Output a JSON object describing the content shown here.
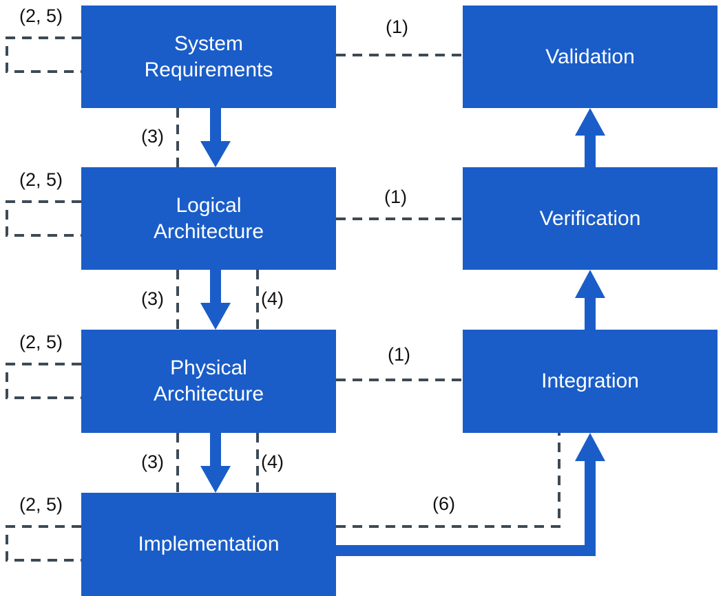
{
  "colors": {
    "box_fill": "#1a5dc8",
    "box_text": "#ffffff",
    "dashed_line": "#3d4a55",
    "arrow": "#1a5dc8",
    "label_text": "#111111"
  },
  "left_column": [
    {
      "id": "system-requirements",
      "lines": [
        "System",
        "Requirements"
      ]
    },
    {
      "id": "logical-architecture",
      "lines": [
        "Logical",
        "Architecture"
      ]
    },
    {
      "id": "physical-architecture",
      "lines": [
        "Physical",
        "Architecture"
      ]
    },
    {
      "id": "implementation",
      "lines": [
        "Implementation"
      ]
    }
  ],
  "right_column": [
    {
      "id": "validation",
      "lines": [
        "Validation"
      ]
    },
    {
      "id": "verification",
      "lines": [
        "Verification"
      ]
    },
    {
      "id": "integration",
      "lines": [
        "Integration"
      ]
    }
  ],
  "labels": {
    "loop_1": "(2, 5)",
    "loop_2": "(2, 5)",
    "loop_3": "(2, 5)",
    "loop_4": "(2, 5)",
    "link_1_top": "(1)",
    "link_1_mid": "(1)",
    "link_1_low": "(1)",
    "step_3_a": "(3)",
    "step_3_b": "(3)",
    "step_3_c": "(3)",
    "step_4_a": "(4)",
    "step_4_b": "(4)",
    "step_6": "(6)"
  }
}
